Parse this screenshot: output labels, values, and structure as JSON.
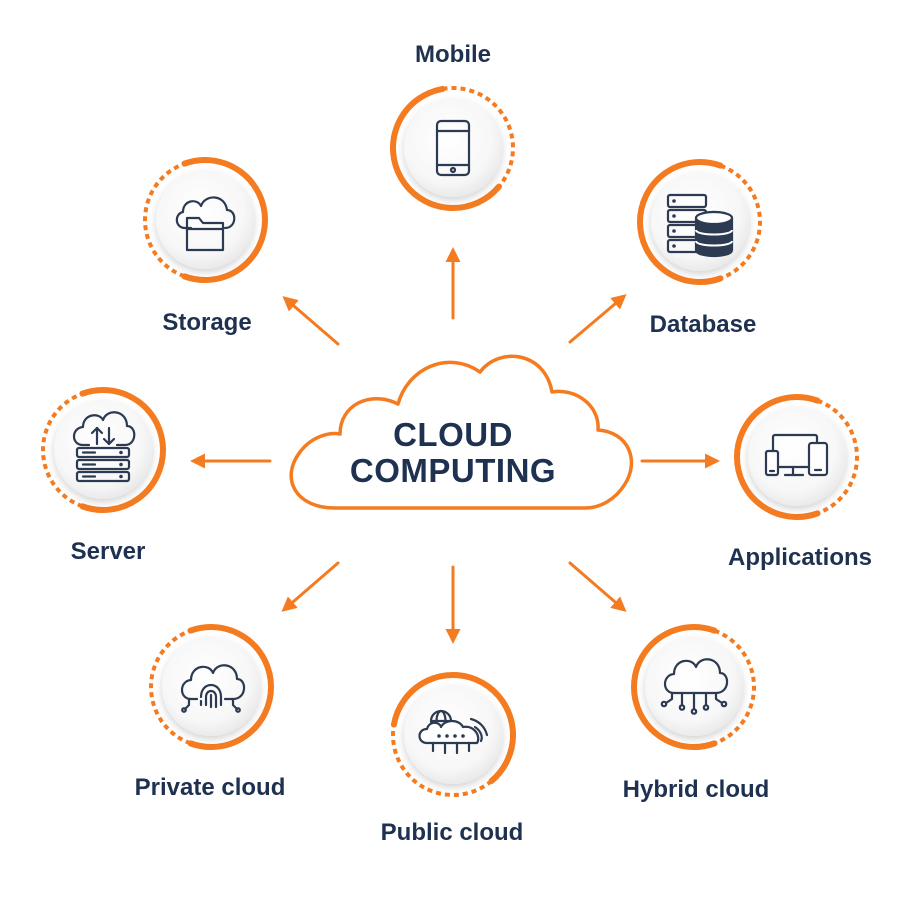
{
  "center": {
    "line1": "CLOUD",
    "line2": "COMPUTING"
  },
  "nodes": {
    "mobile": "Mobile",
    "storage": "Storage",
    "database": "Database",
    "server": "Server",
    "applications": "Applications",
    "private_cloud": "Private cloud",
    "public_cloud": "Public cloud",
    "hybrid_cloud": "Hybrid cloud"
  },
  "colors": {
    "accent": "#f47b20",
    "text": "#1f3150",
    "icon": "#2c3a52"
  },
  "icons": {
    "mobile": "smartphone-icon",
    "storage": "cloud-folder-icon",
    "database": "server-database-icon",
    "server": "cloud-server-icon",
    "applications": "devices-icon",
    "private_cloud": "cloud-fingerprint-icon",
    "public_cloud": "globe-cloud-icon",
    "hybrid_cloud": "cloud-network-icon"
  }
}
